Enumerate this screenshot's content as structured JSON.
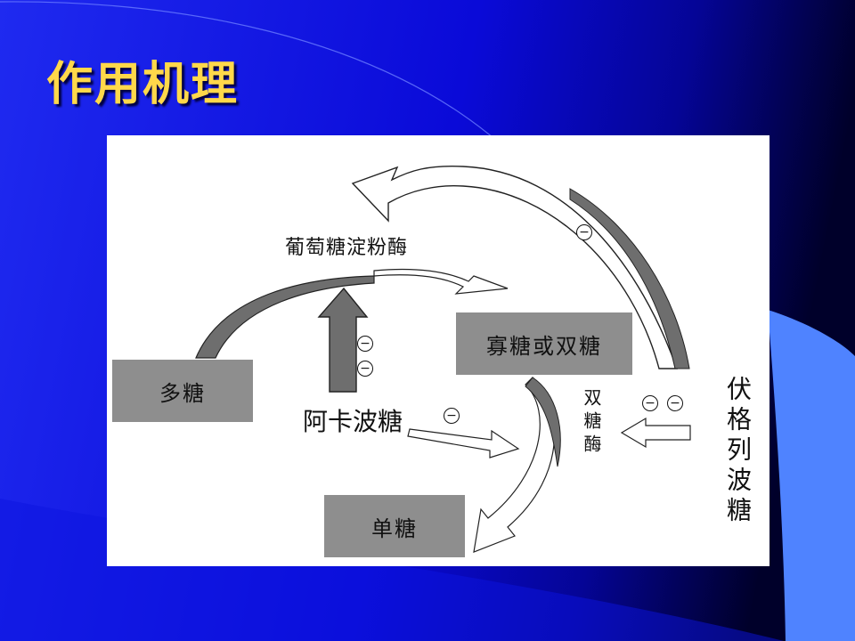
{
  "slide": {
    "title": "作用机理"
  },
  "diagram": {
    "boxes": {
      "polysaccharide": "多糖",
      "oligo_or_disaccharide": "寡糖或双糖",
      "monosaccharide": "单糖"
    },
    "labels": {
      "glucoamylase": "葡萄糖淀粉酶",
      "acarbose": "阿卡波糖",
      "disaccharidase": "双糖酶",
      "voglibose": "伏格列波糖"
    },
    "inhibitor_symbol": "−",
    "colors": {
      "slide_bg": "#0a0ad8",
      "title": "#ffd84a",
      "box_fill": "#8e8e8e",
      "arrow_dark": "#6e6e6e",
      "accent_light": "#5a8cff"
    }
  }
}
